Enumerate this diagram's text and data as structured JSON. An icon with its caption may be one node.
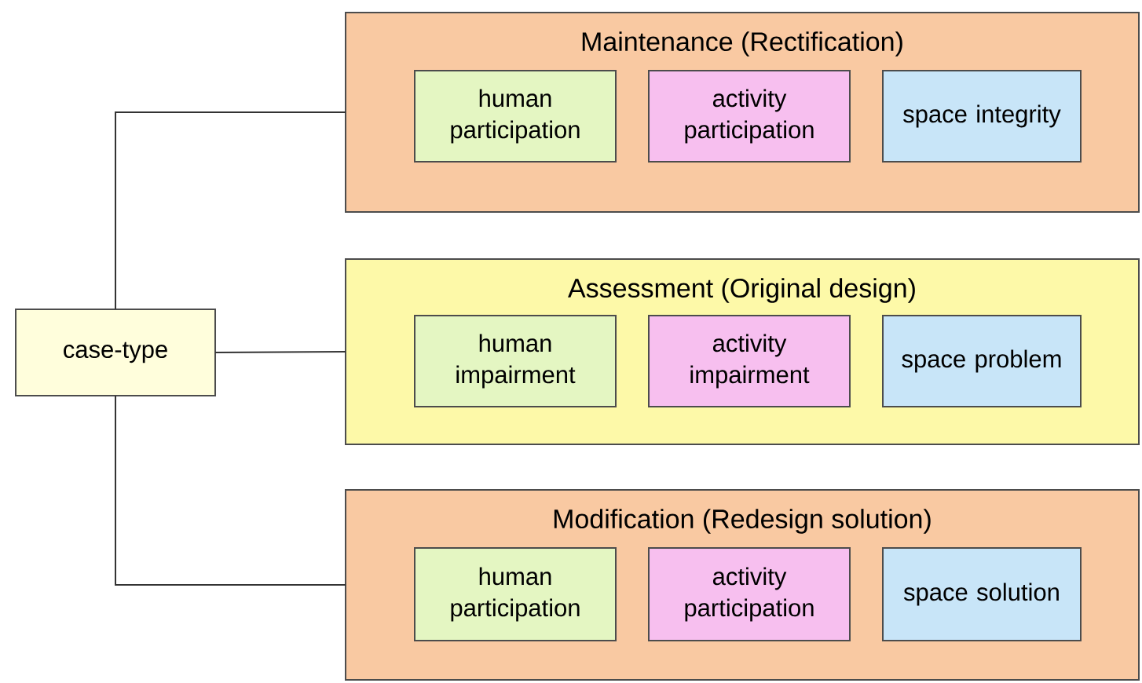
{
  "diagram": {
    "nodes": [
      {
        "text": [
          "case-type"
        ]
      },
      {
        "text": [
          "Maintenance (Rectification)"
        ]
      },
      {
        "text": [
          "human participation"
        ],
        "in": 1
      },
      {
        "text": [
          "activity participation"
        ],
        "in": 1
      },
      {
        "text": [
          "space integrity"
        ],
        "in": 1
      },
      {
        "text": [
          "Assessment (Original design)"
        ]
      },
      {
        "text": [
          "human impairment"
        ],
        "in": 5
      },
      {
        "text": [
          "activity impairment"
        ],
        "in": 5
      },
      {
        "text": [
          "space problem"
        ],
        "in": 5
      },
      {
        "text": [
          "Modification (Redesign solution)"
        ]
      },
      {
        "text": [
          "human participation"
        ],
        "in": 9
      },
      {
        "text": [
          "activity participation"
        ],
        "in": 9
      },
      {
        "text": [
          "space solution"
        ],
        "in": 9
      }
    ],
    "edges": [
      {
        "from": 0,
        "to": 1,
        "arrow": "none"
      },
      {
        "from": 0,
        "to": 5,
        "arrow": "none"
      },
      {
        "from": 0,
        "to": 9,
        "arrow": "none"
      }
    ]
  }
}
